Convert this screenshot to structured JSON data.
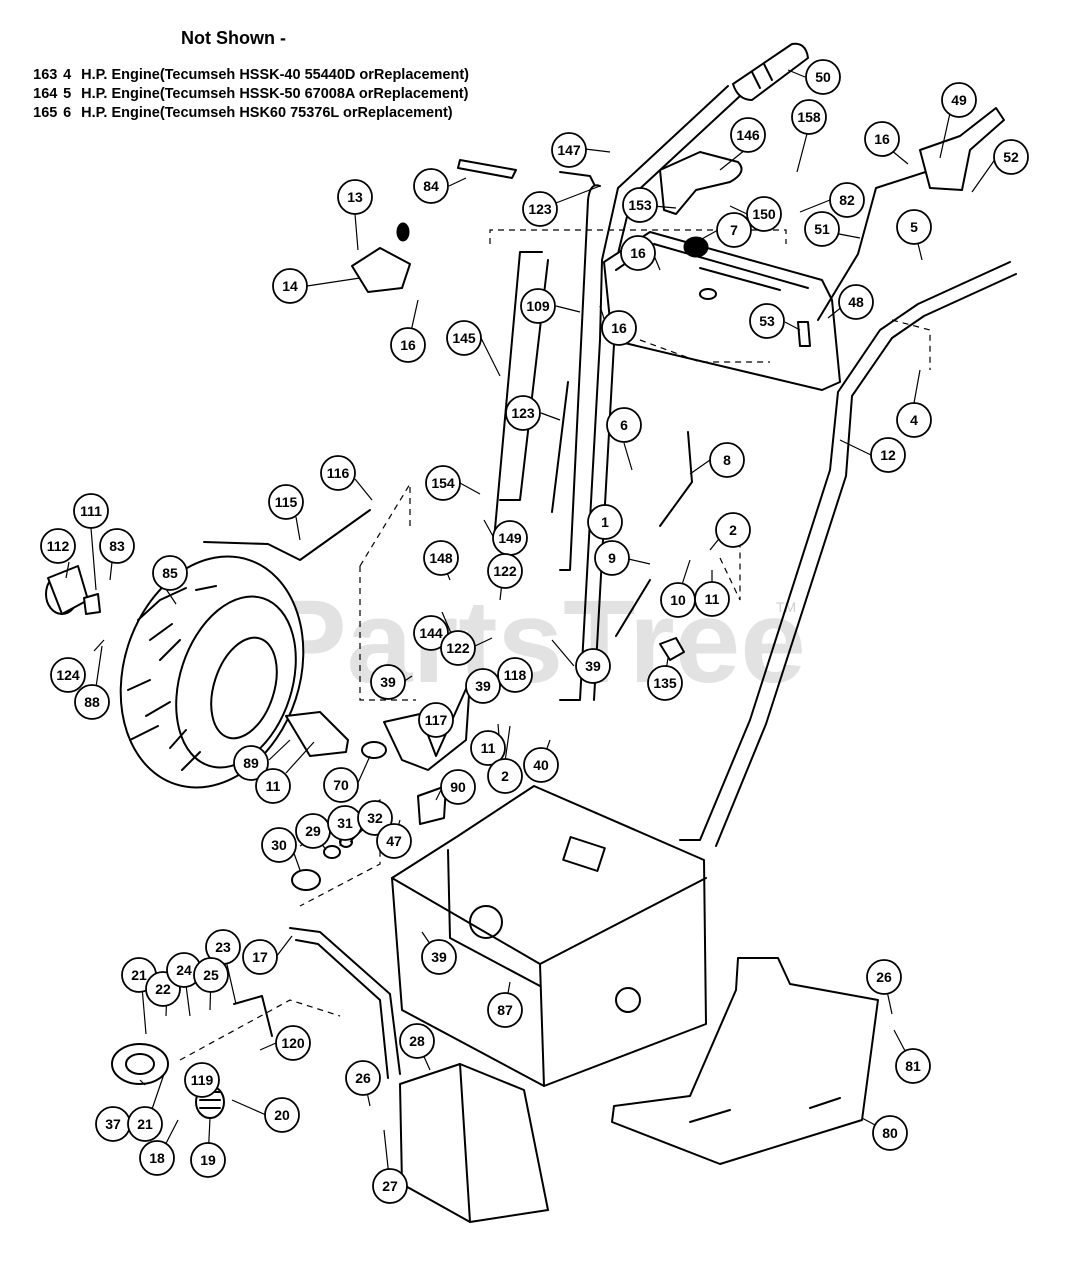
{
  "header": {
    "title": "Not Shown -",
    "lines": [
      {
        "num": "163",
        "hp": "4",
        "text": "H.P. Engine(Tecumseh HSSK-40 55440D orReplacement)"
      },
      {
        "num": "164",
        "hp": "5",
        "text": "H.P. Engine(Tecumseh HSSK-50 67008A orReplacement)"
      },
      {
        "num": "165",
        "hp": "6",
        "text": "H.P. Engine(Tecumseh HSK60 75376L orReplacement)"
      }
    ]
  },
  "watermark": {
    "text": "PartsTree",
    "tm": "TM"
  },
  "callouts": [
    "50",
    "49",
    "16",
    "52",
    "158",
    "146",
    "147",
    "84",
    "82",
    "153",
    "150",
    "123",
    "7",
    "13",
    "51",
    "5",
    "14",
    "16",
    "109",
    "16",
    "48",
    "53",
    "145",
    "16",
    "4",
    "123",
    "12",
    "6",
    "8",
    "116",
    "154",
    "115",
    "111",
    "83",
    "112",
    "1",
    "2",
    "149",
    "9",
    "85",
    "148",
    "122",
    "10",
    "11",
    "144",
    "122",
    "39",
    "135",
    "39",
    "39",
    "118",
    "124",
    "88",
    "117",
    "11",
    "2",
    "40",
    "89",
    "11",
    "70",
    "90",
    "30",
    "29",
    "31",
    "32",
    "47",
    "23",
    "17",
    "39",
    "87",
    "21",
    "22",
    "24",
    "25",
    "26",
    "120",
    "81",
    "37",
    "21",
    "119",
    "20",
    "28",
    "26",
    "18",
    "19",
    "27",
    "80"
  ]
}
